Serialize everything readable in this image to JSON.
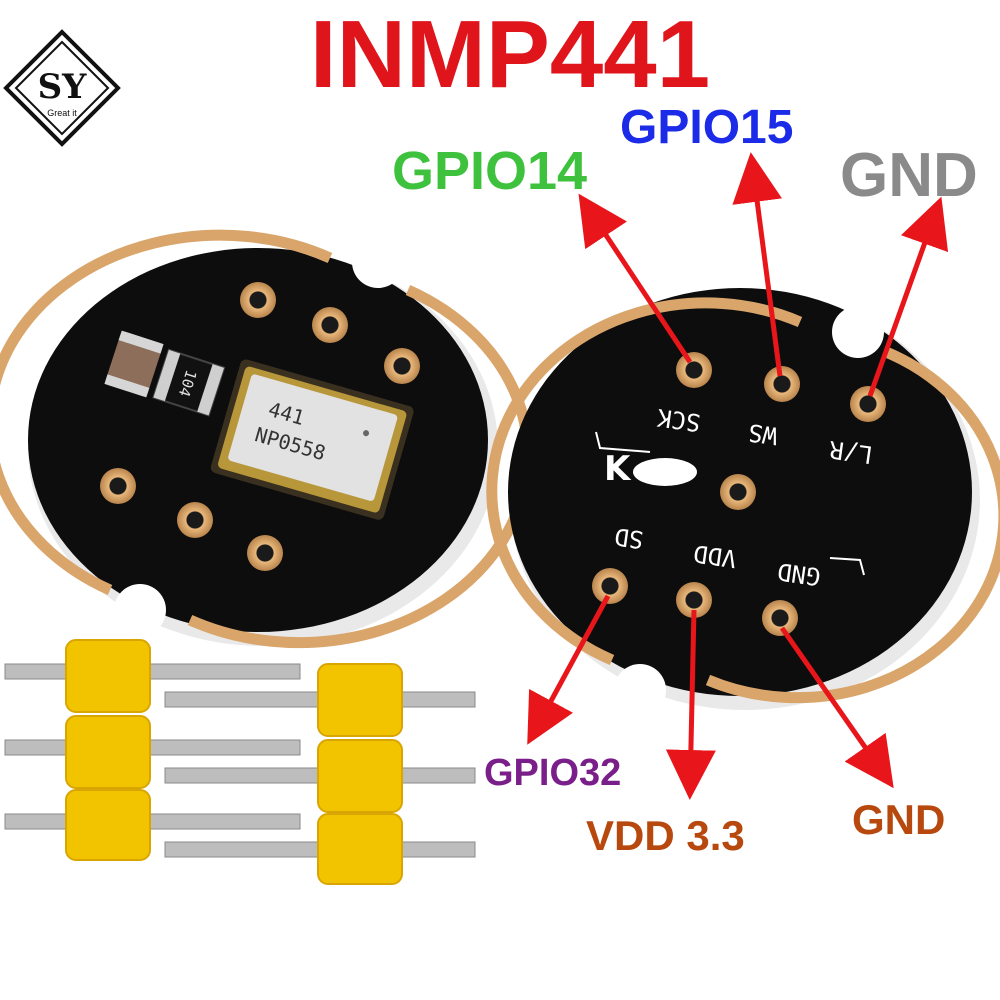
{
  "title": "INMP441",
  "brand": {
    "logo_text": "SY",
    "tagline": "Great it"
  },
  "colors": {
    "title": "#e0141b",
    "gpio14": "#3ec23e",
    "gpio15": "#1b2be8",
    "gnd_top": "#8a8a8a",
    "gpio32": "#7a1f8a",
    "vdd": "#b8490e",
    "gnd_bottom": "#b8490e",
    "arrow": "#e8161a",
    "pcb": "#0d0d0d",
    "gold": "#d9a56a",
    "header_plastic": "#f2c400",
    "pin_metal": "#b8b8b8"
  },
  "labels": {
    "gpio14": "GPIO14",
    "gpio15": "GPIO15",
    "gnd_top": "GND",
    "gpio32": "GPIO32",
    "vdd": "VDD 3.3",
    "gnd_bottom": "GND"
  },
  "silkscreen": {
    "top_row": [
      "SCK",
      "WS",
      "L/R"
    ],
    "bottom_row": [
      "SD",
      "VDD",
      "GND"
    ]
  },
  "chip": {
    "line1": "441",
    "line2": "NP0558"
  },
  "resistor": "104"
}
